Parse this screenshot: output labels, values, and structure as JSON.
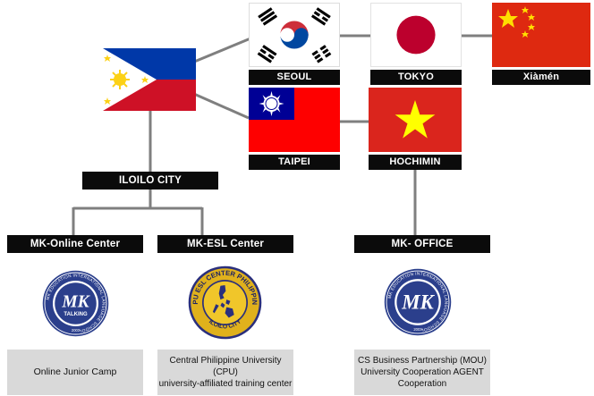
{
  "cities": {
    "seoul": "SEOUL",
    "tokyo": "TOKYO",
    "xiamen": "Xiàmén",
    "taipei": "TAIPEI",
    "hochimin": "HOCHIMIN",
    "iloilo": "ILOILO CITY"
  },
  "centers": {
    "online": "MK-Online Center",
    "esl": "MK-ESL Center",
    "office": "MK- OFFICE"
  },
  "logos": {
    "online": {
      "monogram": "MK",
      "word": "TALKING",
      "ring": "MK EDUCATION INTERNATIONAL LANGUAGE SCHOOL",
      "year": "2003"
    },
    "esl": {
      "ring_top": "CPU ESL CENTER PHILIPPINE",
      "ring_bottom": "ILOILO CITY"
    },
    "office": {
      "monogram": "MK",
      "ring": "MK EDUCATION INTERNATIONAL LANGUAGE SCHOOL",
      "year": "2003"
    }
  },
  "descriptions": {
    "online": "Online Junior Camp",
    "esl_line1": "Central Philippine University (CPU)",
    "esl_line2": "university-affiliated training center",
    "office_line1": "CS Business Partnership (MOU)",
    "office_line2": "University Cooperation AGENT",
    "office_line3": "Cooperation"
  },
  "colors": {
    "connector": "#7f7f7f",
    "label_bg": "#0b0b0b",
    "desc_bg": "#d9d9d9",
    "logo_blue": "#2b3f8c",
    "seal_gold": "#e0b11c"
  }
}
